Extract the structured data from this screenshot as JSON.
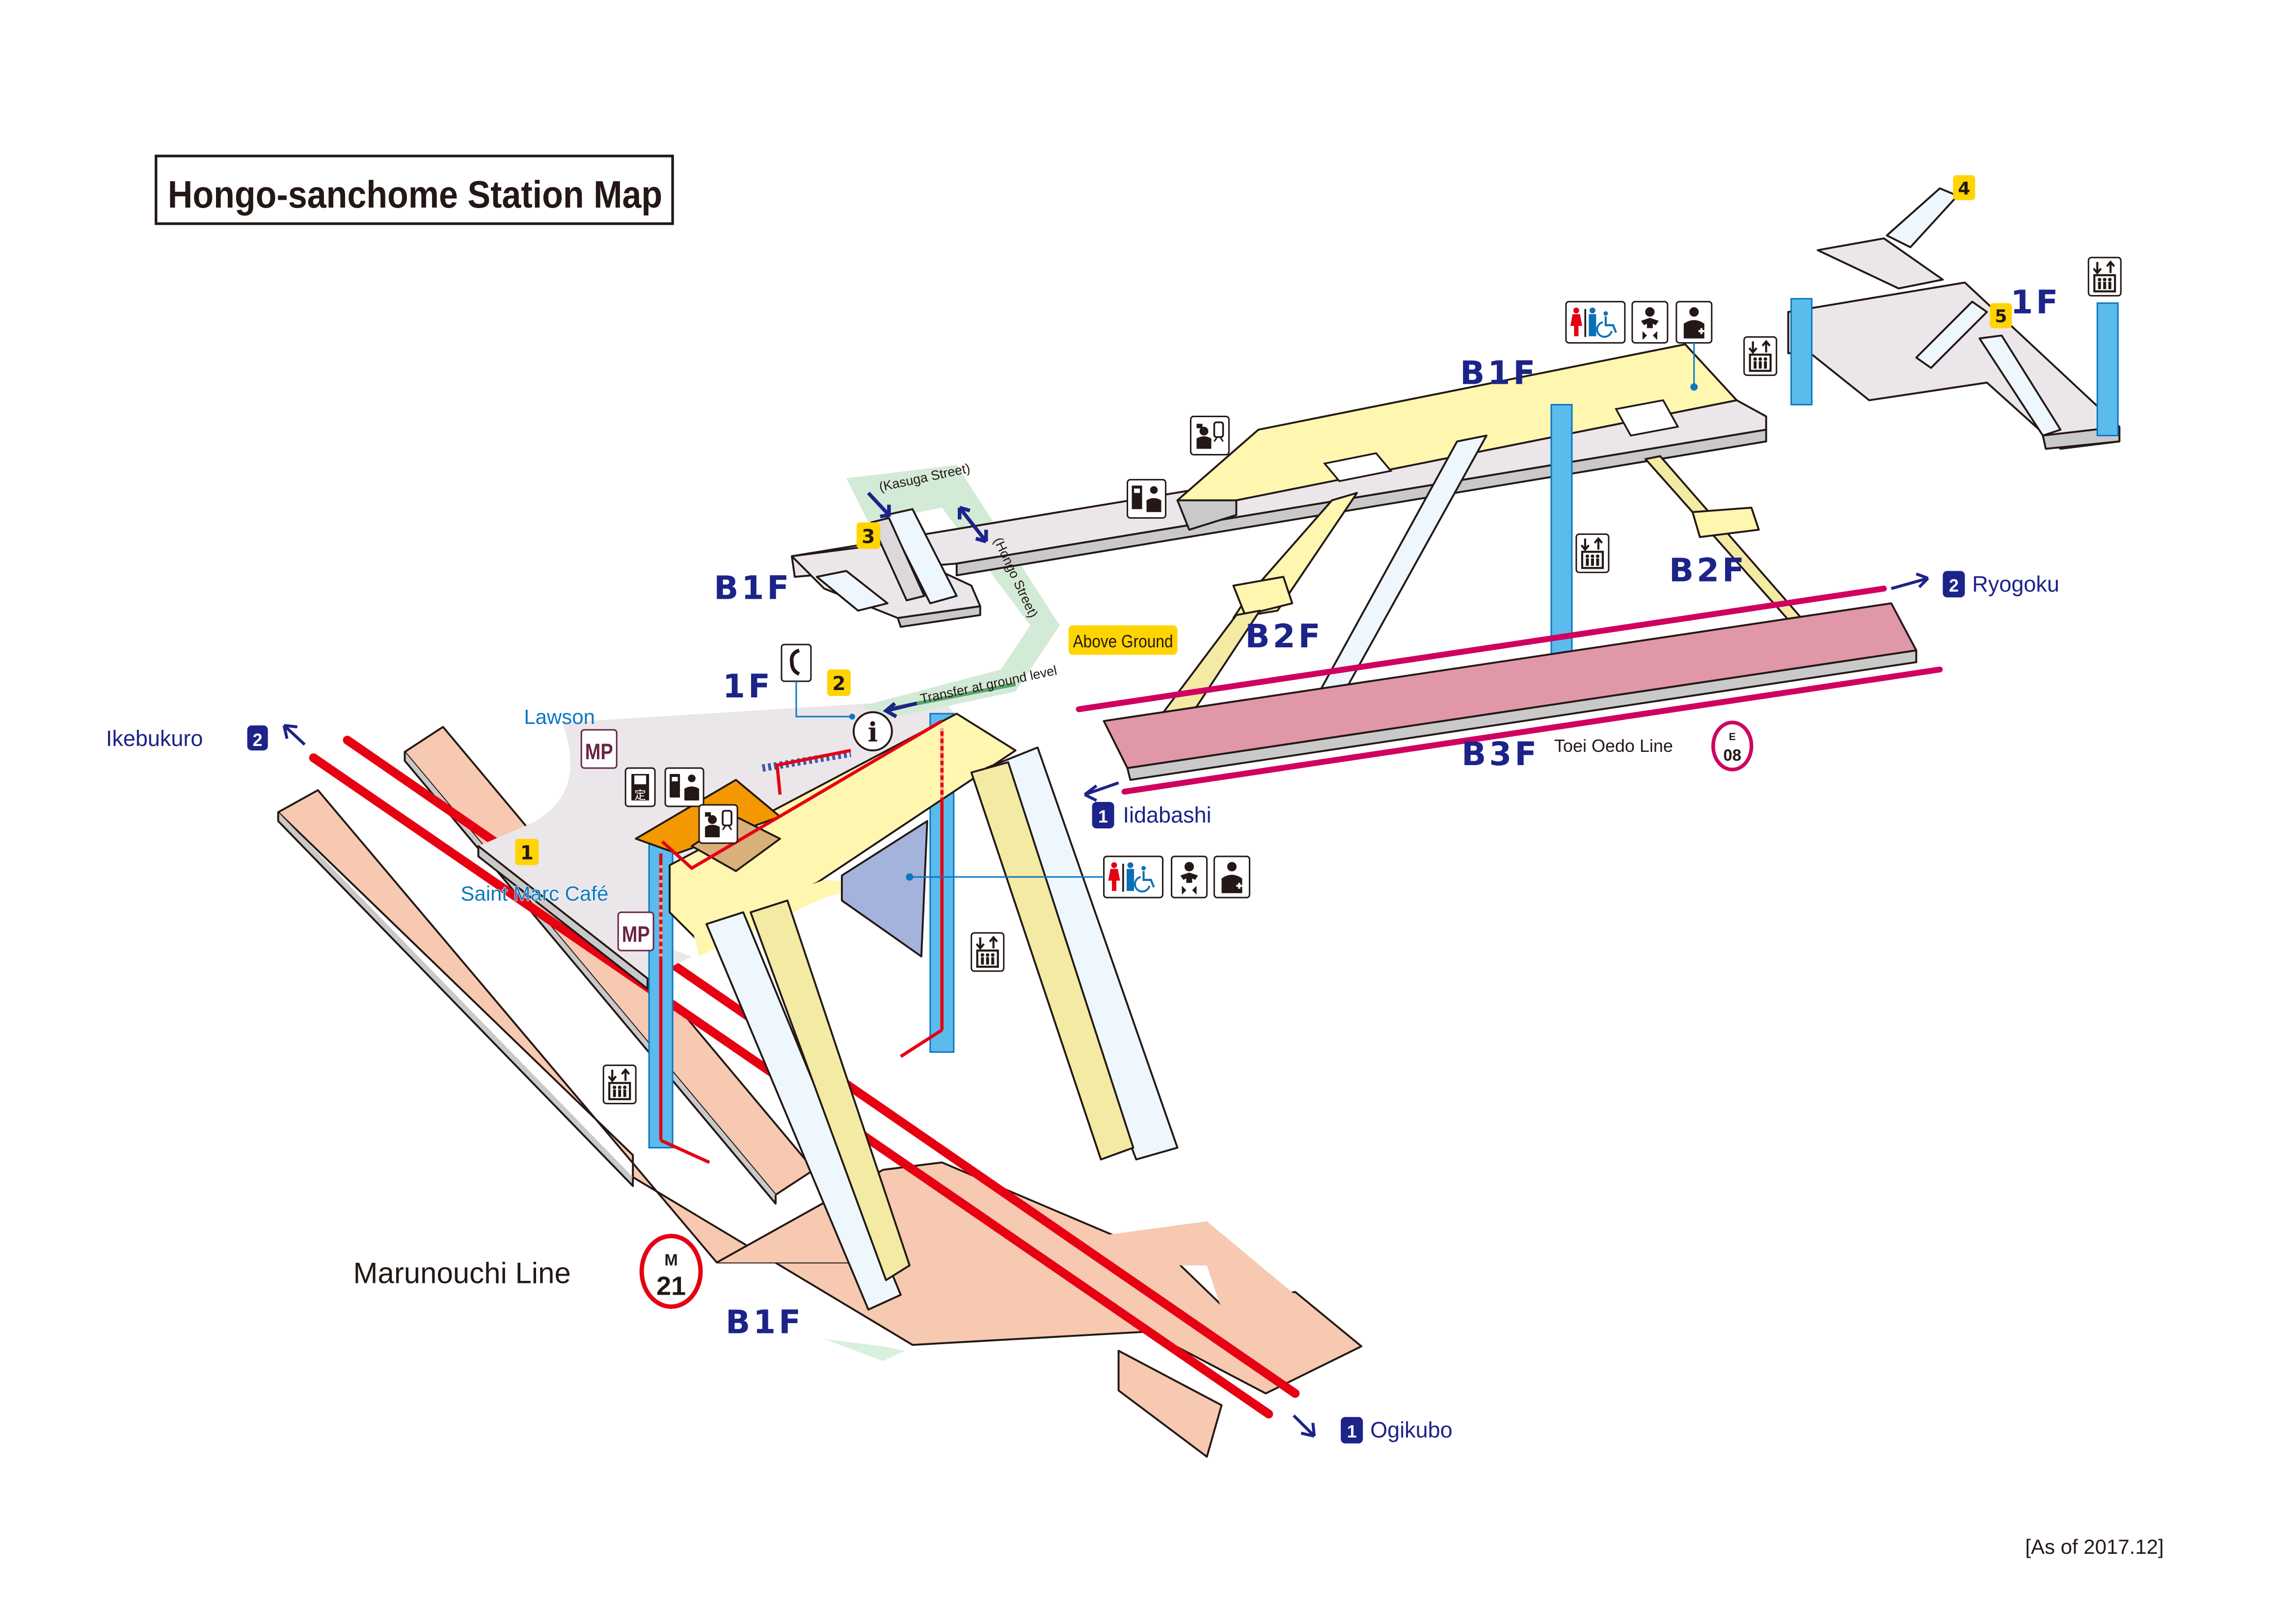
{
  "title": "Hongo-sanchome Station Map",
  "as_of": "[As of 2017.12]",
  "floors": {
    "b1f_top": "B1F",
    "b1f_left": "B1F",
    "b1f_bottom": "B1F",
    "f1_left": "1F",
    "f1_right": "1F",
    "b2f_left": "B2F",
    "b2f_right": "B2F",
    "b3f": "B3F"
  },
  "exits": [
    "1",
    "2",
    "3",
    "4",
    "5"
  ],
  "labels": {
    "kasuga_street": "(Kasuga Street)",
    "hongo_street": "(Hongo Street)",
    "transfer": "Transfer at ground level",
    "above_ground": "Above Ground"
  },
  "shops": [
    {
      "name": "Lawson",
      "badge": "MP"
    },
    {
      "name": "Saint Marc Café",
      "badge": "MP"
    }
  ],
  "lines": [
    {
      "name": "Marunouchi Line",
      "code_letter": "M",
      "code_number": "21",
      "color": "#e60012",
      "directions": [
        {
          "num": "2",
          "dest": "Ikebukuro"
        },
        {
          "num": "1",
          "dest": "Ogikubo"
        }
      ]
    },
    {
      "name": "Toei Oedo Line",
      "code_letter": "E",
      "code_number": "08",
      "color": "#cf0060",
      "directions": [
        {
          "num": "1",
          "dest": "Iidabashi"
        },
        {
          "num": "2",
          "dest": "Ryogoku"
        }
      ]
    }
  ],
  "facility_icons": {
    "toilet": "toilet-icon",
    "accessible": "wheelchair-icon",
    "baby": "baby-changing-icon",
    "first_aid": "first-aid-room-icon",
    "elevator": "elevator-icon",
    "phone": "telephone-icon",
    "info": "information-icon",
    "commuter_pass": "commuter-pass-icon",
    "ticket_machine": "fare-adjustment-icon",
    "station_office": "station-office-icon"
  },
  "glyphs": {
    "info": "i",
    "pass": "定"
  },
  "colors": {
    "floor_label": "#1c2389",
    "exit_badge": "#ffd400",
    "elevator": "#5bbbed",
    "concourse": "#fff6b0",
    "marunouchi_platform": "#f6c9b0",
    "oedo_platform": "#e097a8",
    "passage": "#ebe6ea",
    "above_ground": "#d3ead7",
    "shop_text": "#0a78c2",
    "mp_badge": "#6b2444"
  }
}
